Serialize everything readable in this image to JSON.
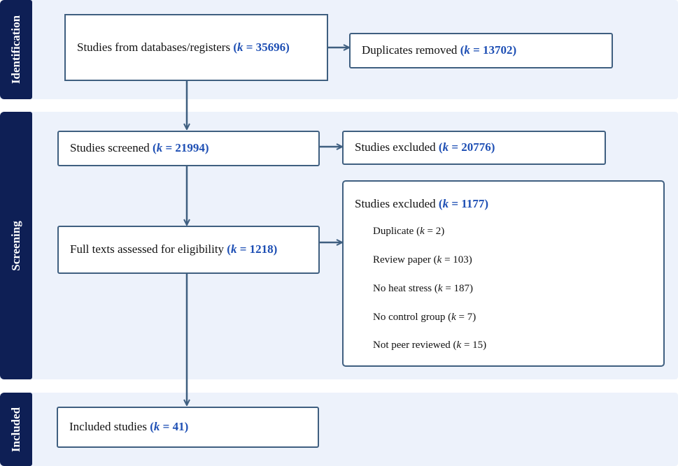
{
  "phases": {
    "identification": "Identification",
    "screening": "Screening",
    "included": "Included"
  },
  "k_symbol": "k",
  "boxes": {
    "databases": {
      "label": "Studies from databases/registers",
      "k_value": "35696"
    },
    "duplicates_removed": {
      "label": "Duplicates removed",
      "k_value": "13702"
    },
    "screened": {
      "label": "Studies screened",
      "k_value": "21994"
    },
    "excluded_screening": {
      "label": "Studies excluded",
      "k_value": "20776"
    },
    "full_texts": {
      "label": "Full texts assessed for eligibility",
      "k_value": "1218"
    },
    "excluded_full": {
      "label": "Studies excluded",
      "k_value": "1177",
      "reasons": [
        {
          "label": "Duplicate",
          "k_value": "2"
        },
        {
          "label": "Review paper",
          "k_value": "103"
        },
        {
          "label": "No heat stress",
          "k_value": "187"
        },
        {
          "label": "No control group",
          "k_value": "7"
        },
        {
          "label": "Not peer reviewed",
          "k_value": "15"
        }
      ]
    },
    "included": {
      "label": "Included studies",
      "k_value": "41"
    }
  },
  "colors": {
    "band": "#edf2fb",
    "tab": "#0e1f55",
    "border": "#3f5f80",
    "k_value": "#1e4fb4"
  }
}
